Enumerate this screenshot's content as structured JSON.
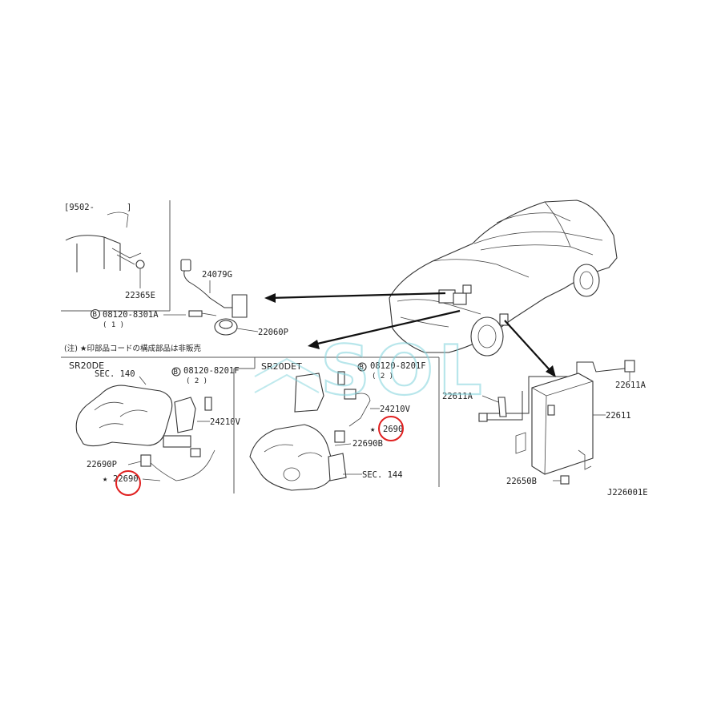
{
  "frame": {
    "top_left": "[9502-",
    "top_left_close": "]"
  },
  "parts": {
    "p22365E": "22365E",
    "p24079G": "24079G",
    "p08120_8301A": "08120-8301A",
    "p08120_8301A_qty": "( 1 )",
    "p22060P": "22060P",
    "sec140": "SEC. 140",
    "p08120_8201F_a": "08120-8201F",
    "qty2_a": "( 2 )",
    "p24210V_a": "24210V",
    "p22690P": "22690P",
    "p22690_a": "22690",
    "p08120_8201F_b": "08120-8201F",
    "qty2_b": "( 2 )",
    "p24210V_b": "24210V",
    "p22690_b": "2690",
    "p22690B": "22690B",
    "sec144": "SEC. 144",
    "p22611A_left": "22611A",
    "p22611A_right": "22611A",
    "p22611": "22611",
    "p22650B": "22650B",
    "diagram_id": "J226001E"
  },
  "engines": {
    "left": "SR20DE",
    "right": "SR20DET"
  },
  "note": "(注) ★印部品コードの構成部品は非販売",
  "symbols": {
    "star": "★",
    "circled_b": "B"
  },
  "watermark": "SOL",
  "highlight_color": "#e02020",
  "watermark_color": "#7fd3dc"
}
